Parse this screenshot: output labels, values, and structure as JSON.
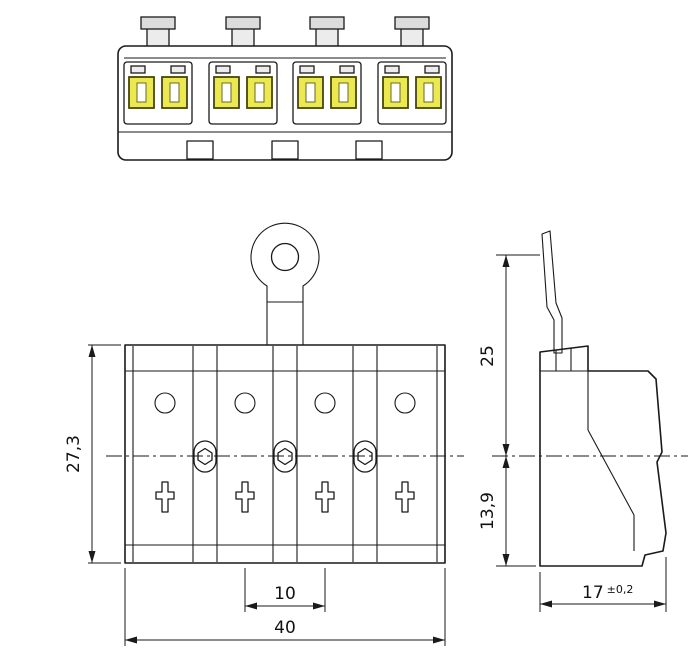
{
  "drawing": {
    "type": "technical-dimension-drawing",
    "subject": "4-pole push-wire terminal block with grounding lug",
    "views": [
      "top-view",
      "front-view",
      "side-view"
    ],
    "dimensions": {
      "front_height": "27,3",
      "front_width": "40",
      "pole_pitch": "10",
      "side_upper": "25",
      "side_lower": "13,9",
      "side_depth": "17",
      "side_depth_tol": "±0,2"
    },
    "colors": {
      "line": "#1a1a1a",
      "copper": "#efa87d",
      "yellow": "#ebe94f",
      "gray": "#e4e4e4",
      "white": "#ffffff"
    }
  }
}
